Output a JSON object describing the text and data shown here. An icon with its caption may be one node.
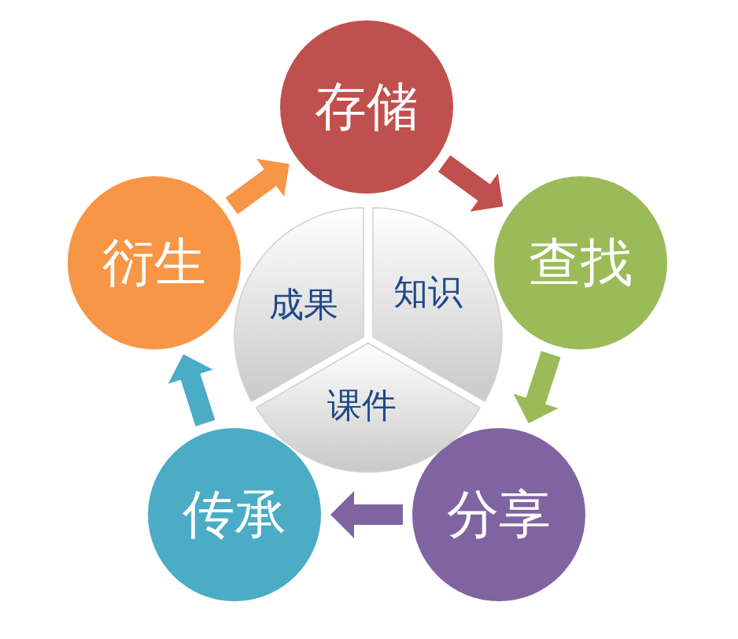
{
  "diagram": {
    "nodes": [
      {
        "text": [
          "存储"
        ]
      },
      {
        "text": [
          "查找"
        ]
      },
      {
        "text": [
          "分享"
        ]
      },
      {
        "text": [
          "传承"
        ]
      },
      {
        "text": [
          "衍生"
        ]
      },
      {
        "text": [
          "成果"
        ]
      },
      {
        "text": [
          "知识"
        ]
      },
      {
        "text": [
          "课件"
        ]
      }
    ],
    "edges": [
      {
        "from": 0,
        "to": 1,
        "arrow": "to",
        "color": "#c0504d"
      },
      {
        "from": 1,
        "to": 2,
        "arrow": "to",
        "color": "#9bbb59"
      },
      {
        "from": 2,
        "to": 3,
        "arrow": "to",
        "color": "#8064a2"
      },
      {
        "from": 3,
        "to": 4,
        "arrow": "to",
        "color": "#4bacc6"
      },
      {
        "from": 4,
        "to": 0,
        "arrow": "to",
        "color": "#f79646"
      }
    ]
  }
}
